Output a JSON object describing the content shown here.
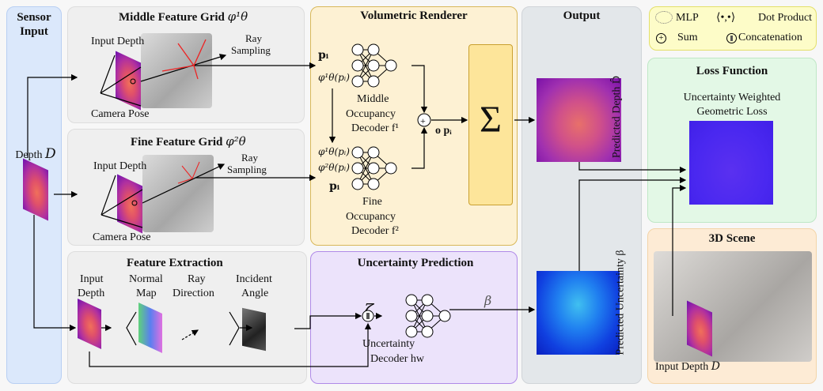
{
  "sensor_input": {
    "title_line1": "Sensor",
    "title_line2": "Input",
    "depth_label": "Depth",
    "depth_symbol": "D"
  },
  "middle_grid": {
    "title": "Middle Feature Grid",
    "symbol": "φ¹θ",
    "input_depth": "Input Depth",
    "ray_line1": "Ray",
    "ray_line2": "Sampling",
    "camera_pose": "Camera Pose"
  },
  "fine_grid": {
    "title": "Fine Feature Grid",
    "symbol": "φ²θ",
    "input_depth": "Input Depth",
    "ray_line1": "Ray",
    "ray_line2": "Sampling",
    "camera_pose": "Camera Pose"
  },
  "renderer": {
    "title": "Volumetric Renderer",
    "middle_inputs": [
      "pᵢ",
      "φ¹θ(pᵢ)"
    ],
    "middle_decoder": [
      "Middle",
      "Occupancy",
      "Decoder f¹"
    ],
    "fine_inputs": [
      "φ¹θ(pᵢ)",
      "φ²θ(pᵢ)",
      "pᵢ"
    ],
    "fine_decoder": [
      "Fine",
      "Occupancy",
      "Decoder f²"
    ],
    "occupancy": "o pᵢ",
    "sum_symbol": "Σ"
  },
  "output": {
    "title": "Output",
    "pred_depth": "Predicted Depth D̂",
    "pred_uncertainty": "Predicted Uncertainty β"
  },
  "legend": {
    "mlp": "MLP",
    "dot": "Dot Product",
    "dot_symbol": "⟨•,•⟩",
    "sum": "Sum",
    "concat": "Concatenation"
  },
  "loss": {
    "title": "Loss Function",
    "line1": "Uncertainty Weighted",
    "line2": "Geometric Loss"
  },
  "scene": {
    "title": "3D Scene",
    "input_depth": "Input Depth",
    "symbol": "D"
  },
  "feature_extraction": {
    "title": "Feature Extraction",
    "input_depth": [
      "Input",
      "Depth"
    ],
    "normal_map": [
      "Normal",
      "Map"
    ],
    "ray_direction": [
      "Ray",
      "Direction"
    ],
    "incident_angle": [
      "Incident",
      "Angle"
    ]
  },
  "uncertainty": {
    "title": "Uncertainty Prediction",
    "zeta": "ζ",
    "decoder": [
      "Uncertainty",
      "Decoder hw"
    ],
    "beta": "β"
  },
  "colors": {
    "sensor": "#dbe8fb",
    "grid": "#efefef",
    "renderer": "#fdf1d3",
    "sum_box": "#fde59a",
    "output": "#e3e7ea",
    "legend": "#fdfcc8",
    "loss": "#e3f8e6",
    "scene": "#fdebd5",
    "uncertainty": "#ece3fb"
  }
}
